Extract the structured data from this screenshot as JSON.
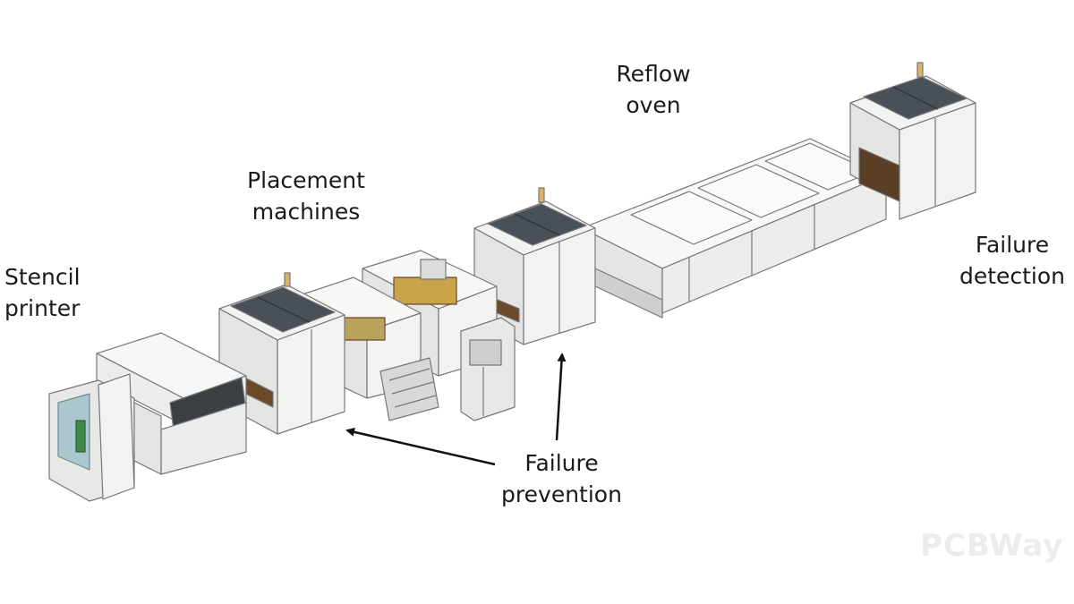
{
  "labels": {
    "stencil_printer": [
      "Stencil",
      "printer"
    ],
    "placement_machines": [
      "Placement",
      "machines"
    ],
    "reflow_oven": [
      "Reflow",
      "oven"
    ],
    "failure_detection": [
      "Failure",
      "detection"
    ],
    "failure_prevention": [
      "Failure",
      "prevention"
    ]
  },
  "watermark": "PCBWay",
  "colors": {
    "machine_body": "#f2f2f0",
    "machine_shade": "#dcdcda",
    "outline": "#777777",
    "panel_dark": "#4a5058",
    "window_dark": "#3b3f44",
    "conveyor": "#6b4a2a",
    "arrow": "#111111"
  }
}
